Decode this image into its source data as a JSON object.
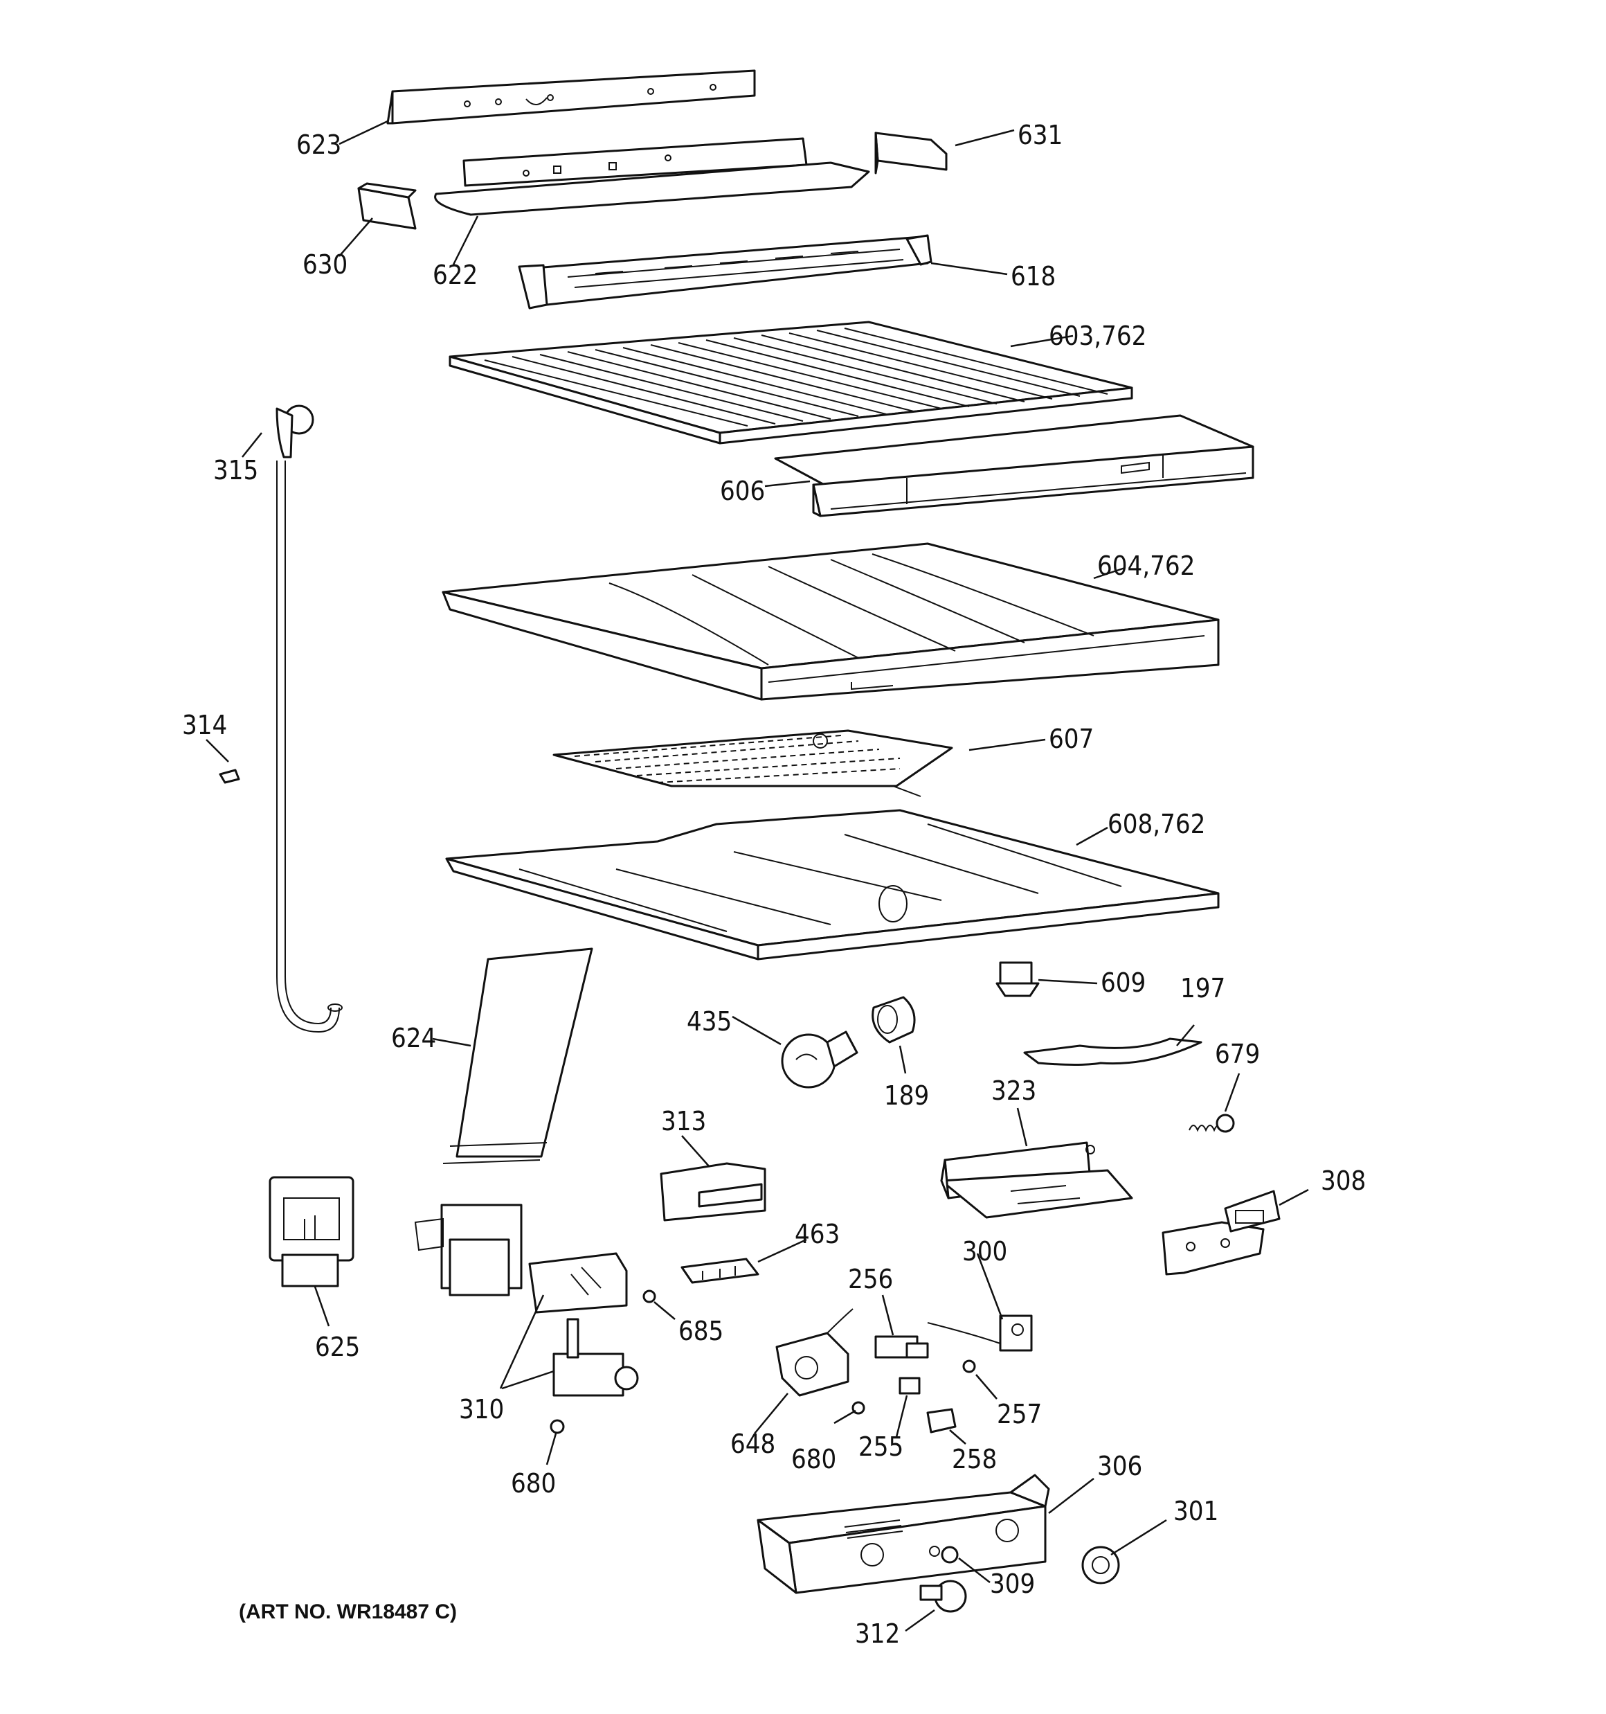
{
  "art_number": "(ART NO. WR18487 C)",
  "callouts": [
    {
      "id": "c623",
      "text": "623"
    },
    {
      "id": "c631",
      "text": "631"
    },
    {
      "id": "c630",
      "text": "630"
    },
    {
      "id": "c622",
      "text": "622"
    },
    {
      "id": "c618",
      "text": "618"
    },
    {
      "id": "c603",
      "text": "603,762"
    },
    {
      "id": "c315",
      "text": "315"
    },
    {
      "id": "c606",
      "text": "606"
    },
    {
      "id": "c604",
      "text": "604,762"
    },
    {
      "id": "c314",
      "text": "314"
    },
    {
      "id": "c607",
      "text": "607"
    },
    {
      "id": "c608",
      "text": "608,762"
    },
    {
      "id": "c609",
      "text": "609"
    },
    {
      "id": "c197",
      "text": "197"
    },
    {
      "id": "c435",
      "text": "435"
    },
    {
      "id": "c624",
      "text": "624"
    },
    {
      "id": "c189",
      "text": "189"
    },
    {
      "id": "c679",
      "text": "679"
    },
    {
      "id": "c323",
      "text": "323"
    },
    {
      "id": "c313",
      "text": "313"
    },
    {
      "id": "c308",
      "text": "308"
    },
    {
      "id": "c463",
      "text": "463"
    },
    {
      "id": "c300",
      "text": "300"
    },
    {
      "id": "c256",
      "text": "256"
    },
    {
      "id": "c685",
      "text": "685"
    },
    {
      "id": "c625",
      "text": "625"
    },
    {
      "id": "c257",
      "text": "257"
    },
    {
      "id": "c310",
      "text": "310"
    },
    {
      "id": "c648",
      "text": "648"
    },
    {
      "id": "c680a",
      "text": "680"
    },
    {
      "id": "c255",
      "text": "255"
    },
    {
      "id": "c258",
      "text": "258"
    },
    {
      "id": "c306",
      "text": "306"
    },
    {
      "id": "c680b",
      "text": "680"
    },
    {
      "id": "c301",
      "text": "301"
    },
    {
      "id": "c309",
      "text": "309"
    },
    {
      "id": "c312",
      "text": "312"
    }
  ]
}
